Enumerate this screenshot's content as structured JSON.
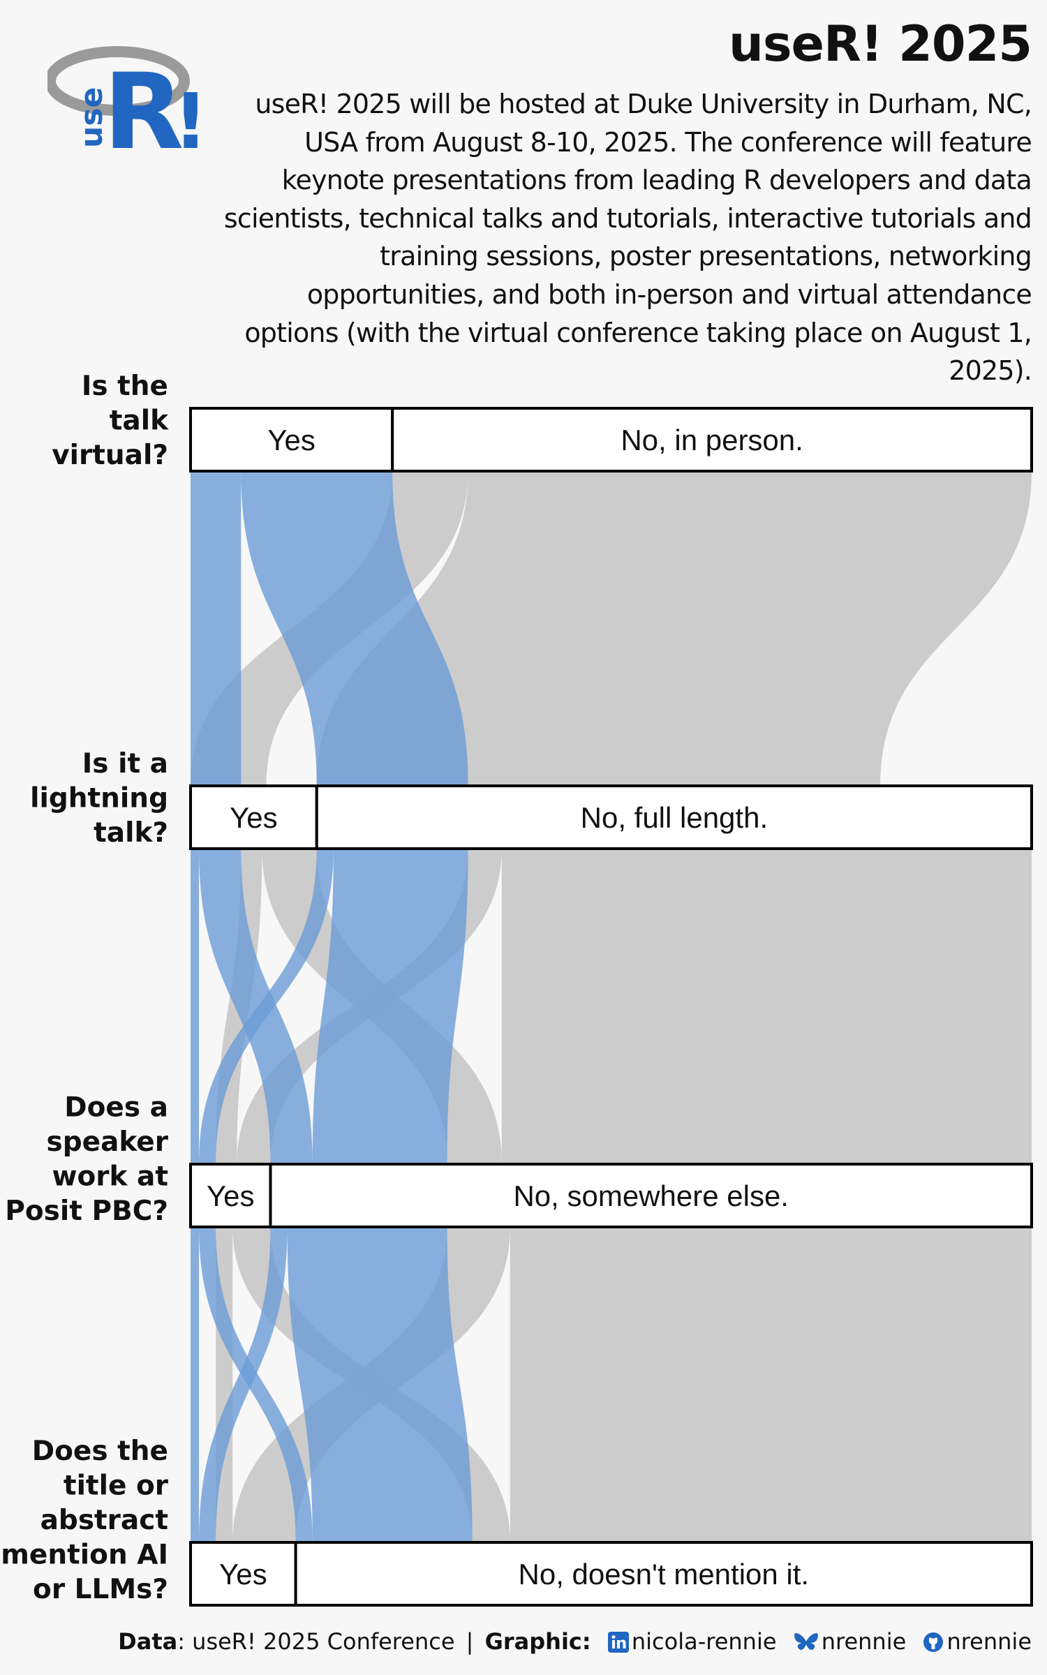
{
  "header": {
    "title": "useR! 2025",
    "subtitle": "useR! 2025 will be hosted at Duke University in Durham, NC, USA from August 8-10, 2025. The conference will feature keynote presentations from leading R developers and data scientists, technical talks and tutorials, interactive tutorials and training sessions, poster presentations, networking opportunities, and both in-person and virtual attendance options (with the virtual conference taking place on August 1, 2025).",
    "logo_text": "useR!"
  },
  "colors": {
    "yes_flow": "#6b9bd6",
    "no_flow": "#c4c4c4",
    "background": "#f7f7f7",
    "box_fill": "#ffffff",
    "box_stroke": "#000000",
    "logo_blue": "#2166c0",
    "logo_ring": "#9a9a9a"
  },
  "chart_data": {
    "type": "parallel-sets",
    "total_talks": 100,
    "axes": [
      {
        "question": [
          "Is the",
          "talk",
          "virtual?"
        ],
        "categories": [
          {
            "label": "Yes",
            "value": 24
          },
          {
            "label": "No, in person.",
            "value": 76
          }
        ]
      },
      {
        "question": [
          "Is it a",
          "lightning",
          "talk?"
        ],
        "categories": [
          {
            "label": "Yes",
            "value": 15
          },
          {
            "label": "No, full length.",
            "value": 85
          }
        ]
      },
      {
        "question": [
          "Does a",
          "speaker",
          "work at",
          "Posit PBC?"
        ],
        "categories": [
          {
            "label": "Yes",
            "value": 9.5
          },
          {
            "label": "No, somewhere else.",
            "value": 90.5
          }
        ]
      },
      {
        "question": [
          "Does the",
          "title or",
          "abstract",
          "mention AI",
          "or LLMs?"
        ],
        "categories": [
          {
            "label": "Yes",
            "value": 12.5
          },
          {
            "label": "No, doesn't mention it.",
            "value": 87.5
          }
        ]
      }
    ],
    "flows": [
      {
        "from_axis": 0,
        "to_axis": 1,
        "group": "yes",
        "links": [
          [
            0,
            0,
            6
          ],
          [
            0,
            1,
            18
          ],
          [
            1,
            0,
            9
          ],
          [
            1,
            1,
            67
          ]
        ]
      },
      {
        "from_axis": 1,
        "to_axis": 2,
        "group": "yes",
        "links": [
          [
            0,
            0,
            1
          ],
          [
            0,
            1,
            5
          ],
          [
            1,
            0,
            2
          ],
          [
            1,
            1,
            16
          ]
        ]
      },
      {
        "from_axis": 1,
        "to_axis": 2,
        "group": "no",
        "links": [
          [
            0,
            0,
            2.5
          ],
          [
            0,
            1,
            6.5
          ],
          [
            1,
            0,
            4
          ],
          [
            1,
            1,
            63
          ]
        ]
      },
      {
        "from_axis": 2,
        "to_axis": 3,
        "group": "yes",
        "links": [
          [
            0,
            0,
            1
          ],
          [
            0,
            1,
            2
          ],
          [
            1,
            0,
            2
          ],
          [
            1,
            1,
            19
          ]
        ]
      },
      {
        "from_axis": 2,
        "to_axis": 3,
        "group": "no",
        "links": [
          [
            0,
            0,
            2
          ],
          [
            0,
            1,
            4.5
          ],
          [
            1,
            0,
            7.5
          ],
          [
            1,
            1,
            62
          ]
        ]
      }
    ]
  },
  "caption": {
    "data_label": "Data",
    "data_value": ": useR! 2025 Conference",
    "separator": "|",
    "graphic_label": "Graphic:",
    "linkedin": "nicola-rennie",
    "bluesky": "nrennie",
    "github": "nrennie"
  }
}
